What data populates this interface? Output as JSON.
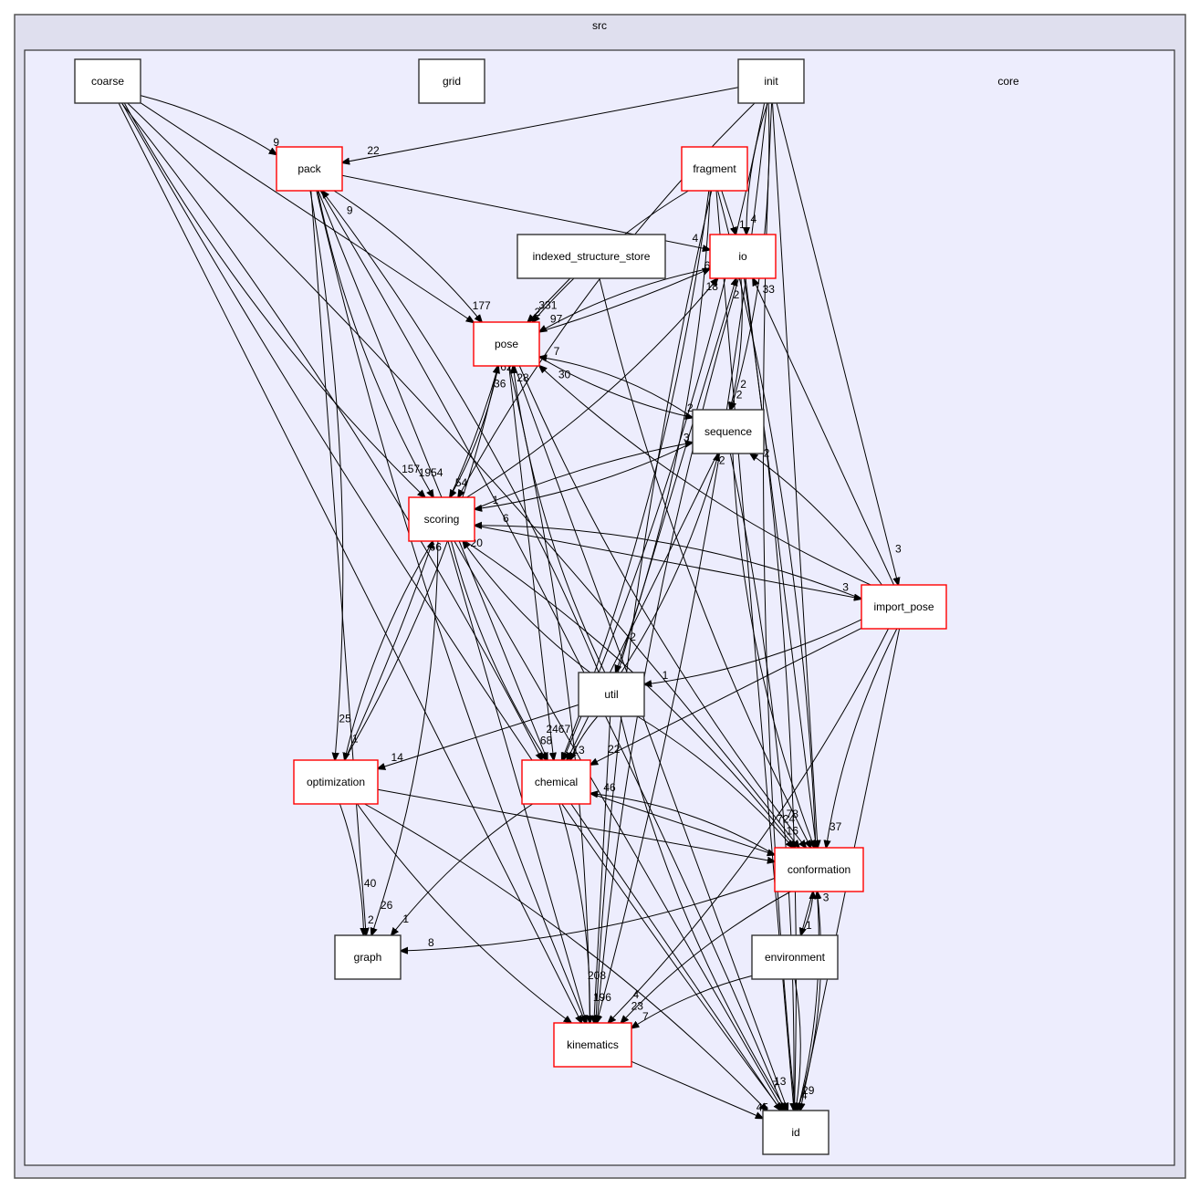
{
  "outer_cluster": {
    "label": "src"
  },
  "inner_cluster": {
    "label": "core"
  },
  "colors": {
    "with_children_border": "#ff0000",
    "leaf_border": "#333333"
  },
  "nodes": [
    {
      "id": "coarse",
      "label": "coarse",
      "has_subdirs": false
    },
    {
      "id": "grid",
      "label": "grid",
      "has_subdirs": false
    },
    {
      "id": "init",
      "label": "init",
      "has_subdirs": false
    },
    {
      "id": "pack",
      "label": "pack",
      "has_subdirs": true
    },
    {
      "id": "fragment",
      "label": "fragment",
      "has_subdirs": true
    },
    {
      "id": "indexed_structure_store",
      "label": "indexed_structure_store",
      "has_subdirs": false
    },
    {
      "id": "io",
      "label": "io",
      "has_subdirs": true
    },
    {
      "id": "pose",
      "label": "pose",
      "has_subdirs": true
    },
    {
      "id": "sequence",
      "label": "sequence",
      "has_subdirs": false
    },
    {
      "id": "scoring",
      "label": "scoring",
      "has_subdirs": true
    },
    {
      "id": "import_pose",
      "label": "import_pose",
      "has_subdirs": true
    },
    {
      "id": "util",
      "label": "util",
      "has_subdirs": false
    },
    {
      "id": "optimization",
      "label": "optimization",
      "has_subdirs": true
    },
    {
      "id": "chemical",
      "label": "chemical",
      "has_subdirs": true
    },
    {
      "id": "conformation",
      "label": "conformation",
      "has_subdirs": true
    },
    {
      "id": "graph",
      "label": "graph",
      "has_subdirs": false
    },
    {
      "id": "environment",
      "label": "environment",
      "has_subdirs": false
    },
    {
      "id": "kinematics",
      "label": "kinematics",
      "has_subdirs": true
    },
    {
      "id": "id",
      "label": "id",
      "has_subdirs": false
    }
  ],
  "edges": [
    {
      "from": "coarse",
      "to": "pack",
      "label": "9"
    },
    {
      "from": "coarse",
      "to": "pose",
      "label": ""
    },
    {
      "from": "coarse",
      "to": "scoring",
      "label": "157"
    },
    {
      "from": "coarse",
      "to": "chemical",
      "label": ""
    },
    {
      "from": "coarse",
      "to": "kinematics",
      "label": ""
    },
    {
      "from": "coarse",
      "to": "id",
      "label": ""
    },
    {
      "from": "coarse",
      "to": "conformation",
      "label": ""
    },
    {
      "from": "init",
      "to": "pack",
      "label": "22"
    },
    {
      "from": "init",
      "to": "io",
      "label": "4"
    },
    {
      "from": "init",
      "to": "sequence",
      "label": "2"
    },
    {
      "from": "init",
      "to": "import_pose",
      "label": "3"
    },
    {
      "from": "init",
      "to": "scoring",
      "label": ""
    },
    {
      "from": "init",
      "to": "chemical",
      "label": ""
    },
    {
      "from": "init",
      "to": "conformation",
      "label": ""
    },
    {
      "from": "init",
      "to": "id",
      "label": ""
    },
    {
      "from": "init",
      "to": "kinematics",
      "label": ""
    },
    {
      "from": "fragment",
      "to": "io",
      "label": "1"
    },
    {
      "from": "fragment",
      "to": "pose",
      "label": "331"
    },
    {
      "from": "fragment",
      "to": "conformation",
      "label": ""
    },
    {
      "from": "fragment",
      "to": "id",
      "label": ""
    },
    {
      "from": "fragment",
      "to": "kinematics",
      "label": ""
    },
    {
      "from": "fragment",
      "to": "chemical",
      "label": ""
    },
    {
      "from": "indexed_structure_store",
      "to": "pose",
      "label": "2"
    },
    {
      "from": "indexed_structure_store",
      "to": "conformation",
      "label": ""
    },
    {
      "from": "pack",
      "to": "pose",
      "label": "177"
    },
    {
      "from": "pack",
      "to": "io",
      "label": "4"
    },
    {
      "from": "pack",
      "to": "scoring",
      "label": "1954"
    },
    {
      "from": "pack",
      "to": "optimization",
      "label": "25"
    },
    {
      "from": "pack",
      "to": "graph",
      "label": "40"
    },
    {
      "from": "pack",
      "to": "kinematics",
      "label": ""
    },
    {
      "from": "pack",
      "to": "id",
      "label": ""
    },
    {
      "from": "pack",
      "to": "chemical",
      "label": ""
    },
    {
      "from": "io",
      "to": "pose",
      "label": "97"
    },
    {
      "from": "io",
      "to": "sequence",
      "label": "2"
    },
    {
      "from": "io",
      "to": "conformation",
      "label": ""
    },
    {
      "from": "io",
      "to": "kinematics",
      "label": ""
    },
    {
      "from": "io",
      "to": "id",
      "label": ""
    },
    {
      "from": "pose",
      "to": "io",
      "label": "6"
    },
    {
      "from": "pose",
      "to": "sequence",
      "label": "2"
    },
    {
      "from": "pose",
      "to": "scoring",
      "label": "54"
    },
    {
      "from": "pose",
      "to": "chemical",
      "label": "2467"
    },
    {
      "from": "pose",
      "to": "conformation",
      "label": "78"
    },
    {
      "from": "pose",
      "to": "kinematics",
      "label": "208"
    },
    {
      "from": "pose",
      "to": "id",
      "label": ""
    },
    {
      "from": "sequence",
      "to": "pose",
      "label": "7"
    },
    {
      "from": "sequence",
      "to": "scoring",
      "label": "1"
    },
    {
      "from": "sequence",
      "to": "chemical",
      "label": ""
    },
    {
      "from": "sequence",
      "to": "conformation",
      "label": ""
    },
    {
      "from": "sequence",
      "to": "id",
      "label": ""
    },
    {
      "from": "scoring",
      "to": "pose",
      "label": "762"
    },
    {
      "from": "scoring",
      "to": "io",
      "label": "18"
    },
    {
      "from": "scoring",
      "to": "sequence",
      "label": "3"
    },
    {
      "from": "scoring",
      "to": "import_pose",
      "label": "3"
    },
    {
      "from": "scoring",
      "to": "chemical",
      "label": "68"
    },
    {
      "from": "scoring",
      "to": "conformation",
      "label": "724"
    },
    {
      "from": "scoring",
      "to": "kinematics",
      "label": ""
    },
    {
      "from": "scoring",
      "to": "optimization",
      "label": "1"
    },
    {
      "from": "scoring",
      "to": "graph",
      "label": "26"
    },
    {
      "from": "scoring",
      "to": "id",
      "label": ""
    },
    {
      "from": "import_pose",
      "to": "scoring",
      "label": "6"
    },
    {
      "from": "import_pose",
      "to": "pose",
      "label": "30"
    },
    {
      "from": "import_pose",
      "to": "io",
      "label": "33"
    },
    {
      "from": "import_pose",
      "to": "sequence",
      "label": "2"
    },
    {
      "from": "import_pose",
      "to": "util",
      "label": "1"
    },
    {
      "from": "import_pose",
      "to": "chemical",
      "label": "22"
    },
    {
      "from": "import_pose",
      "to": "conformation",
      "label": "37"
    },
    {
      "from": "import_pose",
      "to": "kinematics",
      "label": "4"
    },
    {
      "from": "import_pose",
      "to": "id",
      "label": ""
    },
    {
      "from": "util",
      "to": "pack",
      "label": "9"
    },
    {
      "from": "util",
      "to": "pose",
      "label": "28"
    },
    {
      "from": "util",
      "to": "io",
      "label": "2"
    },
    {
      "from": "util",
      "to": "sequence",
      "label": "2"
    },
    {
      "from": "util",
      "to": "scoring",
      "label": "20"
    },
    {
      "from": "util",
      "to": "optimization",
      "label": "14"
    },
    {
      "from": "util",
      "to": "chemical",
      "label": "13"
    },
    {
      "from": "util",
      "to": "conformation",
      "label": "16"
    },
    {
      "from": "util",
      "to": "kinematics",
      "label": "196"
    },
    {
      "from": "util",
      "to": "id",
      "label": "13"
    },
    {
      "from": "fragment",
      "to": "util",
      "label": "2"
    },
    {
      "from": "optimization",
      "to": "scoring",
      "label": "66"
    },
    {
      "from": "optimization",
      "to": "pose",
      "label": "36"
    },
    {
      "from": "optimization",
      "to": "graph",
      "label": "2"
    },
    {
      "from": "optimization",
      "to": "conformation",
      "label": ""
    },
    {
      "from": "optimization",
      "to": "kinematics",
      "label": ""
    },
    {
      "from": "optimization",
      "to": "id",
      "label": ""
    },
    {
      "from": "chemical",
      "to": "conformation",
      "label": ""
    },
    {
      "from": "chemical",
      "to": "graph",
      "label": "1"
    },
    {
      "from": "chemical",
      "to": "kinematics",
      "label": ""
    },
    {
      "from": "chemical",
      "to": "id",
      "label": "7"
    },
    {
      "from": "conformation",
      "to": "chemical",
      "label": "46"
    },
    {
      "from": "conformation",
      "to": "graph",
      "label": "8"
    },
    {
      "from": "conformation",
      "to": "environment",
      "label": "1"
    },
    {
      "from": "conformation",
      "to": "kinematics",
      "label": "23"
    },
    {
      "from": "conformation",
      "to": "id",
      "label": "29"
    },
    {
      "from": "environment",
      "to": "conformation",
      "label": "2"
    },
    {
      "from": "environment",
      "to": "kinematics",
      "label": "7"
    },
    {
      "from": "environment",
      "to": "id",
      "label": "4"
    },
    {
      "from": "kinematics",
      "to": "id",
      "label": "45"
    },
    {
      "from": "id",
      "to": "conformation",
      "label": "3"
    }
  ]
}
